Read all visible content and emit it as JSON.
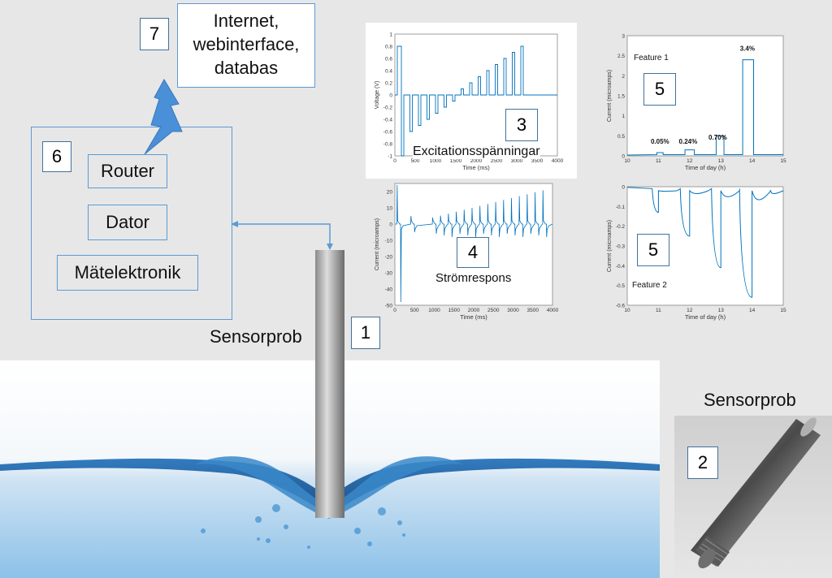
{
  "boxes": {
    "n1": "1",
    "n2": "2",
    "n3": "3",
    "n4": "4",
    "n5a": "5",
    "n5b": "5",
    "n6": "6",
    "n7": "7"
  },
  "cloud": {
    "line1": "Internet,",
    "line2": "webinterface,",
    "line3": "databas"
  },
  "system": {
    "router": "Router",
    "dator": "Dator",
    "electronics": "Mätelektronik"
  },
  "labels": {
    "sensorprob_main": "Sensorprob",
    "sensorprob_photo": "Sensorprob"
  },
  "colors": {
    "accent": "#5b9bd5",
    "box_border": "#41719c",
    "trace": "#0072bd",
    "bolt": "#4a90d9"
  },
  "chart_data": [
    {
      "type": "line",
      "title": "Excitationsspänningar",
      "xlabel": "Time (ms)",
      "ylabel": "Voltage (V)",
      "xlim": [
        0,
        4000
      ],
      "ylim": [
        -1,
        1
      ],
      "xticks": [
        "0",
        "500",
        "1000",
        "1500",
        "2000",
        "2500",
        "3000",
        "3500",
        "4000"
      ],
      "yticks": [
        "1",
        "0.8",
        "0.6",
        "0.4",
        "0.2",
        "0",
        "-0.2",
        "-0.4",
        "-0.6",
        "-0.8",
        "-1"
      ],
      "pulses": [
        0.8,
        -1.0,
        -0.6,
        -0.5,
        -0.4,
        -0.3,
        -0.2,
        -0.1,
        0.1,
        0.2,
        0.3,
        0.4,
        0.5,
        0.6,
        0.7,
        0.8
      ]
    },
    {
      "type": "line",
      "title": "Strömrespons",
      "xlabel": "Time (ms)",
      "ylabel": "Current (microamps)",
      "xlim": [
        0,
        4000
      ],
      "ylim": [
        -50,
        25
      ],
      "xticks": [
        "0",
        "500",
        "1000",
        "1500",
        "2000",
        "2500",
        "3000",
        "3500",
        "4000"
      ],
      "yticks": [
        "20",
        "10",
        "0",
        "-10",
        "-20",
        "-30",
        "-40",
        "-50"
      ]
    },
    {
      "type": "line",
      "title": "Feature 1",
      "xlabel": "Time of day (h)",
      "ylabel": "Current (microamps)",
      "xlim": [
        10,
        15
      ],
      "ylim": [
        0,
        3
      ],
      "xticks": [
        "10",
        "11",
        "12",
        "13",
        "14",
        "15"
      ],
      "yticks": [
        "3",
        "2.5",
        "2",
        "1.5",
        "1",
        "0.5",
        "0"
      ],
      "annotations": [
        "0.05%",
        "0.24%",
        "0.70%",
        "3.4%"
      ],
      "steps": [
        {
          "start": 10.95,
          "end": 11.15,
          "level": 0.08
        },
        {
          "start": 11.85,
          "end": 12.15,
          "level": 0.15
        },
        {
          "start": 12.85,
          "end": 13.1,
          "level": 0.5
        },
        {
          "start": 13.7,
          "end": 14.05,
          "level": 2.4
        }
      ]
    },
    {
      "type": "line",
      "title": "Feature 2",
      "xlabel": "Time of day (h)",
      "ylabel": "Current (microamps)",
      "xlim": [
        10,
        15
      ],
      "ylim": [
        -0.6,
        0
      ],
      "xticks": [
        "10",
        "11",
        "12",
        "13",
        "14",
        "15"
      ],
      "yticks": [
        "0",
        "-0.1",
        "-0.2",
        "-0.3",
        "-0.4",
        "-0.5",
        "-0.6"
      ],
      "dips": [
        {
          "start": 10.8,
          "end": 11.0,
          "min": -0.13
        },
        {
          "start": 11.7,
          "end": 12.0,
          "min": -0.25
        },
        {
          "start": 12.7,
          "end": 13.0,
          "min": -0.41
        },
        {
          "start": 13.6,
          "end": 14.0,
          "min": -0.56
        }
      ]
    }
  ]
}
